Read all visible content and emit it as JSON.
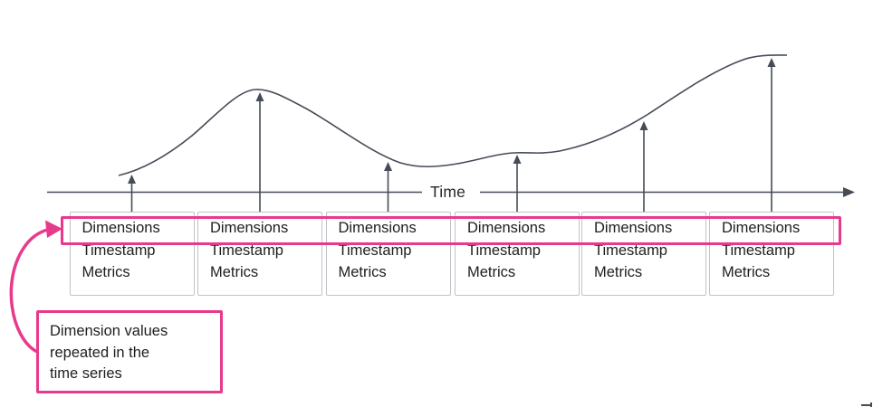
{
  "diagram": {
    "title_none": "",
    "axis_label": "Time",
    "records": [
      {
        "lines": [
          "Dimensions",
          "Timestamp",
          "Metrics"
        ]
      },
      {
        "lines": [
          "Dimensions",
          "Timestamp",
          "Metrics"
        ]
      },
      {
        "lines": [
          "Dimensions",
          "Timestamp",
          "Metrics"
        ]
      },
      {
        "lines": [
          "Dimensions",
          "Timestamp",
          "Metrics"
        ]
      },
      {
        "lines": [
          "Dimensions",
          "Timestamp",
          "Metrics"
        ]
      },
      {
        "lines": [
          "Dimensions",
          "Timestamp",
          "Metrics"
        ]
      }
    ],
    "annotation": {
      "lines": [
        "Dimension values",
        "repeated in the",
        "time series"
      ]
    },
    "colors": {
      "accent_pink": "#e83a8c",
      "curve_line": "#454b57",
      "box_border": "#bfc3c8",
      "text": "#1e1e1e"
    }
  }
}
